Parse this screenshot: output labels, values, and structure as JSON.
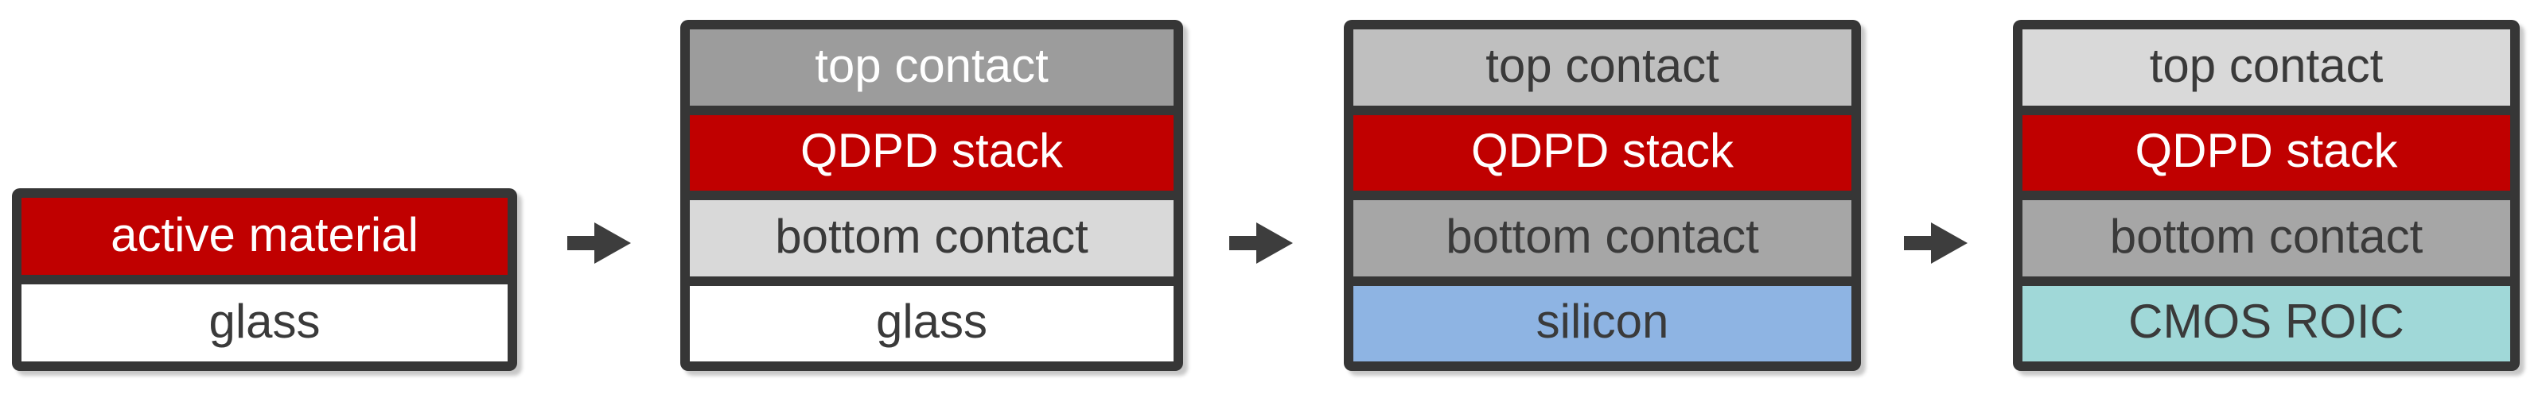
{
  "figure": {
    "description": "Four-step process-flow diagram of a photodiode layer stack, from active material on glass to a QDPD stack integrated on a CMOS ROIC",
    "background": "#ffffff"
  },
  "colors": {
    "outline": "#363636",
    "arrow": "#3d3d3d",
    "qdpd_red": "#c00000",
    "text_dark": "#3a3a3a",
    "text_light": "#ffffff",
    "gray_medium": "#9c9c9c",
    "gray_silver": "#bfbfbf",
    "gray_light": "#d9d9d9",
    "gray_mid": "#a6a6a6",
    "silicon_blue": "#8eb4e3",
    "cmos_teal": "#a0d8d8",
    "glass_white": "#ffffff"
  },
  "panels": [
    {
      "id": "panel-1",
      "layers": [
        {
          "label": "active material",
          "bg": "#c00000",
          "fg": "#ffffff"
        },
        {
          "label": "glass",
          "bg": "#ffffff",
          "fg": "#3a3a3a"
        }
      ]
    },
    {
      "id": "panel-2",
      "layers": [
        {
          "label": "top contact",
          "bg": "#9c9c9c",
          "fg": "#ffffff"
        },
        {
          "label": "QDPD stack",
          "bg": "#c00000",
          "fg": "#ffffff"
        },
        {
          "label": "bottom contact",
          "bg": "#d9d9d9",
          "fg": "#3a3a3a"
        },
        {
          "label": "glass",
          "bg": "#ffffff",
          "fg": "#3a3a3a"
        }
      ]
    },
    {
      "id": "panel-3",
      "layers": [
        {
          "label": "top contact",
          "bg": "#bfbfbf",
          "fg": "#3a3a3a"
        },
        {
          "label": "QDPD stack",
          "bg": "#c00000",
          "fg": "#ffffff"
        },
        {
          "label": "bottom contact",
          "bg": "#a6a6a6",
          "fg": "#3a3a3a"
        },
        {
          "label": "silicon",
          "bg": "#8eb4e3",
          "fg": "#3a3a3a"
        }
      ]
    },
    {
      "id": "panel-4",
      "layers": [
        {
          "label": "top contact",
          "bg": "#d9d9d9",
          "fg": "#3a3a3a"
        },
        {
          "label": "QDPD stack",
          "bg": "#c00000",
          "fg": "#ffffff"
        },
        {
          "label": "bottom contact",
          "bg": "#a6a6a6",
          "fg": "#3a3a3a"
        },
        {
          "label": "CMOS ROIC",
          "bg": "#a0d8d8",
          "fg": "#3a3a3a"
        }
      ]
    }
  ],
  "arrows": [
    {
      "id": "arrow-1"
    },
    {
      "id": "arrow-2"
    },
    {
      "id": "arrow-3"
    }
  ]
}
